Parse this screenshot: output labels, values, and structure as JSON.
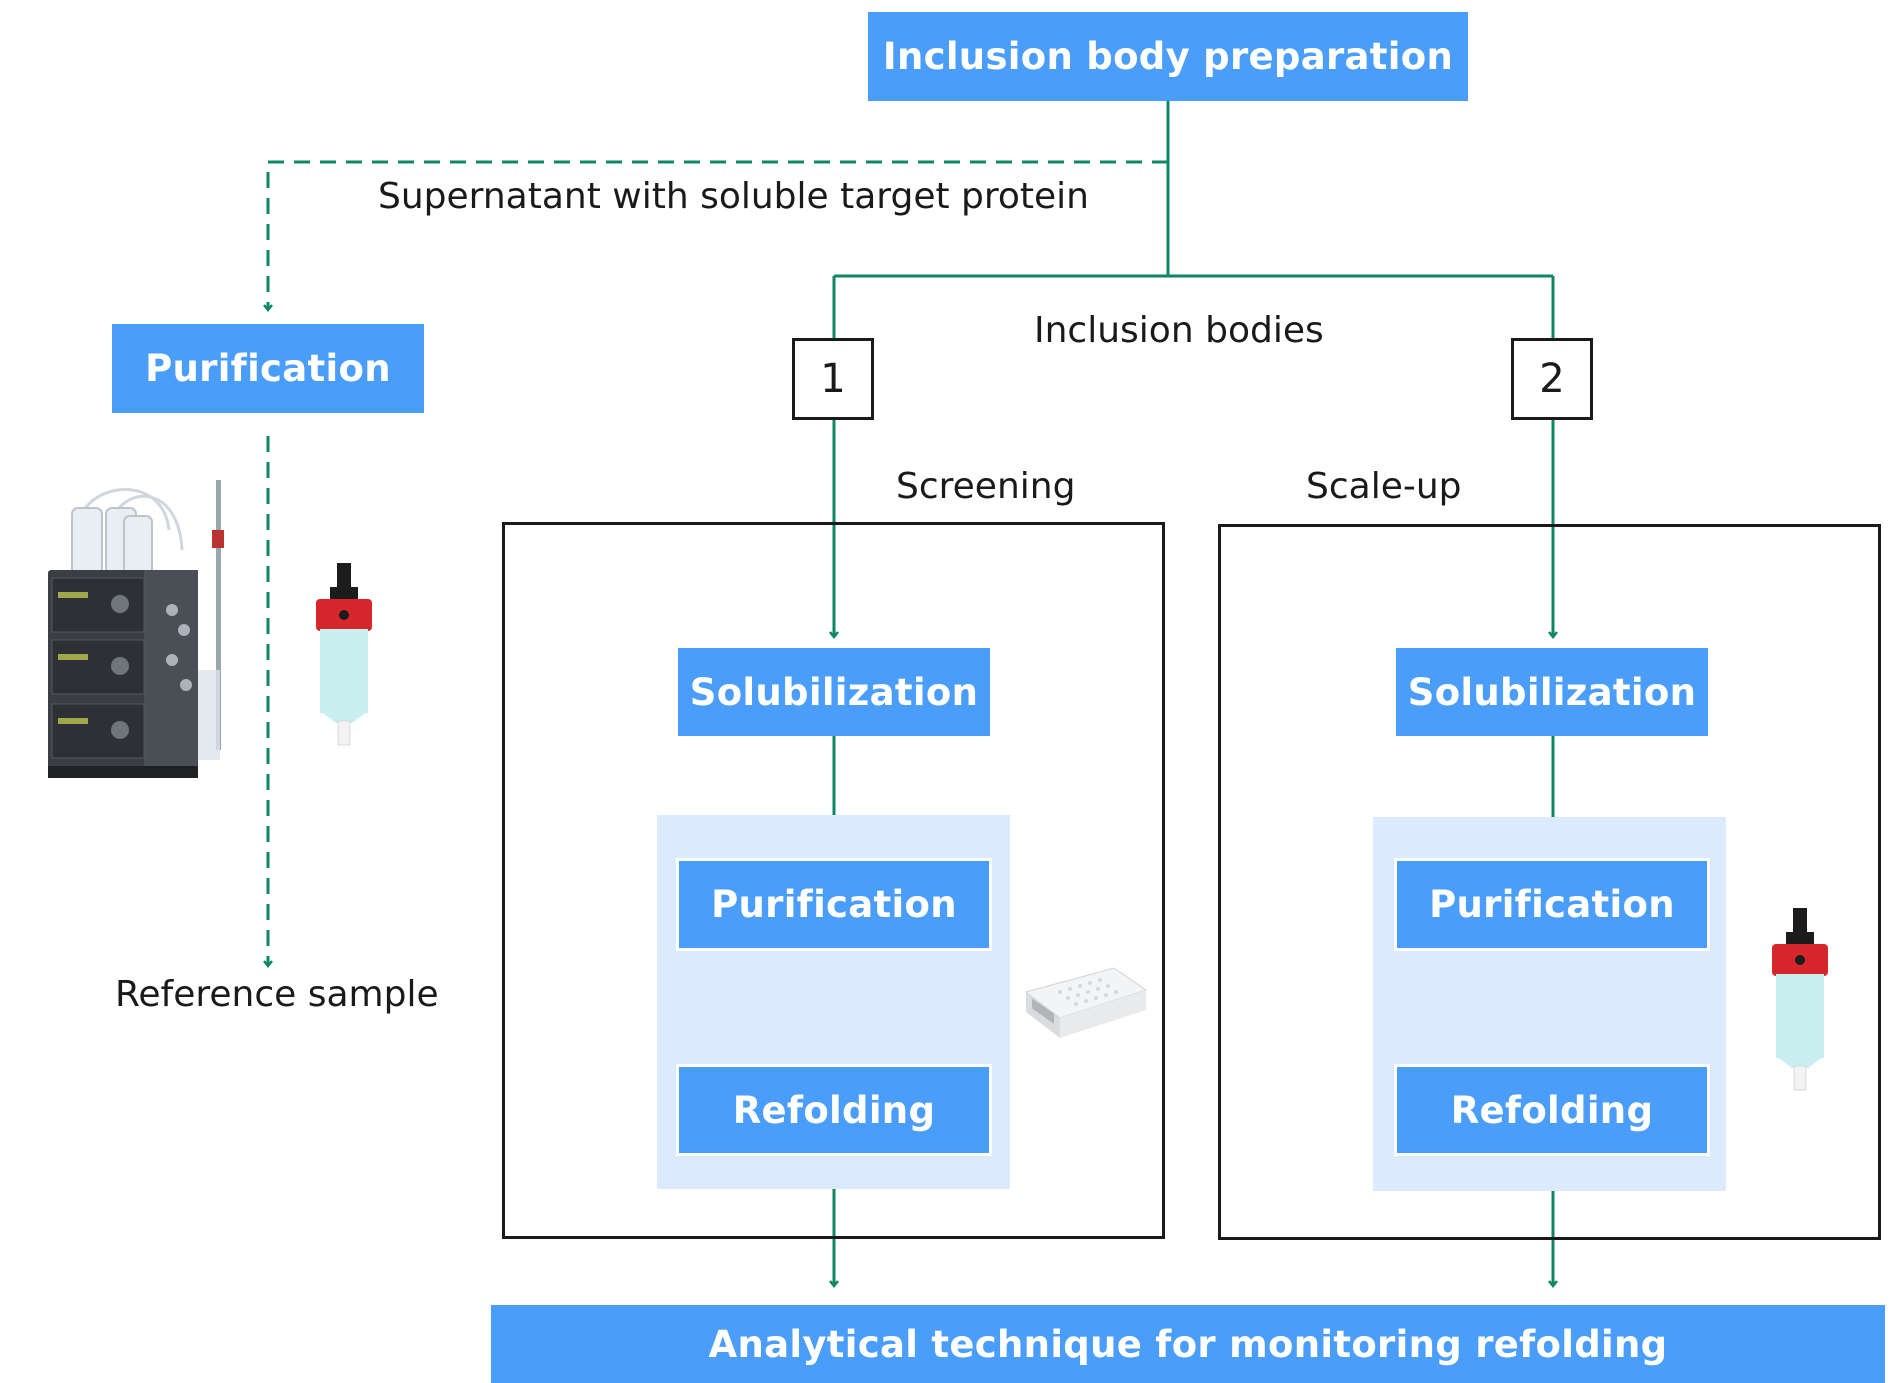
{
  "colors": {
    "box_fill": "#4a9efa",
    "connector": "#0e8766",
    "shade": "#dbeafd",
    "frame": "#1a1a1a"
  },
  "nodes": {
    "top": "Inclusion body preparation",
    "left_purification": "Purification",
    "screening_solubilization": "Solubilization",
    "screening_purification": "Purification",
    "screening_refolding": "Refolding",
    "scaleup_solubilization": "Solubilization",
    "scaleup_purification": "Purification",
    "scaleup_refolding": "Refolding",
    "bottom": "Analytical technique for monitoring refolding"
  },
  "labels": {
    "supernatant": "Supernatant with soluble target protein",
    "inclusion_bodies": "Inclusion bodies",
    "screening": "Screening",
    "scale_up": "Scale-up",
    "reference_sample": "Reference sample",
    "step_1": "1",
    "step_2": "2"
  },
  "images": [
    "chromatography-system",
    "prepacked-column",
    "filter-plate",
    "prepacked-column"
  ]
}
